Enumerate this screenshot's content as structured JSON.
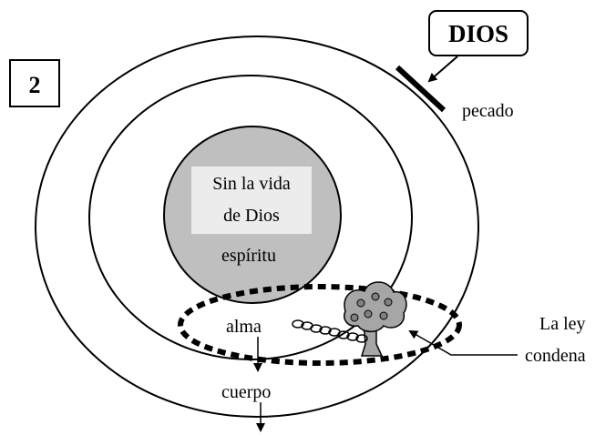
{
  "badge": {
    "number": "2"
  },
  "dios": {
    "label": "DIOS"
  },
  "sin": {
    "label": "pecado"
  },
  "spirit": {
    "box_line1": "Sin la vida",
    "box_line2": "de Dios",
    "label": "espíritu",
    "fill_color": "#bfbfbf",
    "box_color": "#ececec"
  },
  "soul": {
    "label": "alma"
  },
  "body": {
    "label": "cuerpo"
  },
  "law": {
    "line1": "La ley",
    "line2": "condena"
  },
  "tree": {
    "icon": "tree-of-knowledge-icon",
    "foliage_color": "#a6a6a6",
    "dot_color": "#808080"
  },
  "chain": {
    "icon": "chain-icon"
  }
}
